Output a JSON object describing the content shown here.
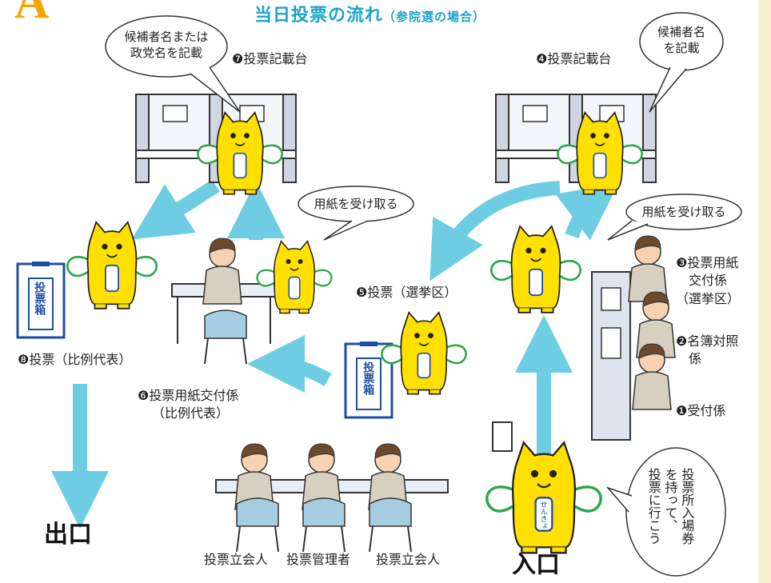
{
  "header": {
    "big_letter": "A",
    "title": "当日投票の流れ",
    "subtitle": "（参院選の場合）"
  },
  "stations": {
    "s1": "❶受付係",
    "s2_line1": "❷名簿対照",
    "s2_line2": "係",
    "s3_line1": "❸投票用紙",
    "s3_line2": "交付係",
    "s3_line3": "（選挙区）",
    "s4": "❹投票記載台",
    "s5": "❺投票（選挙区）",
    "s6_line1": "❻投票用紙交付係",
    "s6_line2": "（比例代表）",
    "s7": "❼投票記載台",
    "s8": "❽投票（比例代表）"
  },
  "bubbles": {
    "b7_line1": "候補者名または",
    "b7_line2": "政党名を記載",
    "b4_line1": "候補者名",
    "b4_line2": "を記載",
    "receive_left": "用紙を受け取る",
    "receive_right": "用紙を受け取る",
    "ticket_col1": "投票所入場券",
    "ticket_col2": "を持って、",
    "ticket_col3": "投票に行こう"
  },
  "observers": {
    "left": "投票立会人",
    "middle": "投票管理者",
    "right": "投票立会人"
  },
  "exit_label": "出口",
  "entrance_label": "入口",
  "ballot_box_label": "投票箱",
  "mascot_label": "せんきょ",
  "colors": {
    "arrow": "#6fcde3",
    "title": "#1aa3c9",
    "mascot": "#ffe000",
    "wing_edge": "#2aa84a",
    "box_blue": "#1f4fa3",
    "right_strip": "#fbf0d4"
  }
}
